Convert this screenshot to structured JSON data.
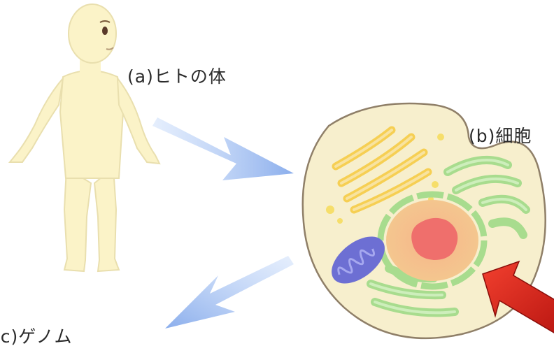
{
  "labels": {
    "human_body": "(a)ヒトの体",
    "cell": "(b)細胞",
    "genome": "(c)ゲノム"
  },
  "colors": {
    "body_fill": "#fbf3c8",
    "body_stroke": "#e9dfae",
    "cell_fill": "#f7efcd",
    "cell_stroke": "#8f7f68",
    "golgi": "#f6cf53",
    "er": "#a8dc8e",
    "nucleus": "#f3c088",
    "nucleolus": "#ef6f6c",
    "mitochondrion": "#6d6fd3",
    "flow_arrow": "#8fb2ec",
    "pointer_arrow": "#e0261c"
  },
  "icons": {
    "human_figure": "human-figure-icon",
    "cell": "cell-icon",
    "flow_arrow": "arrow-icon",
    "pointer_arrow": "red-arrow-icon"
  }
}
